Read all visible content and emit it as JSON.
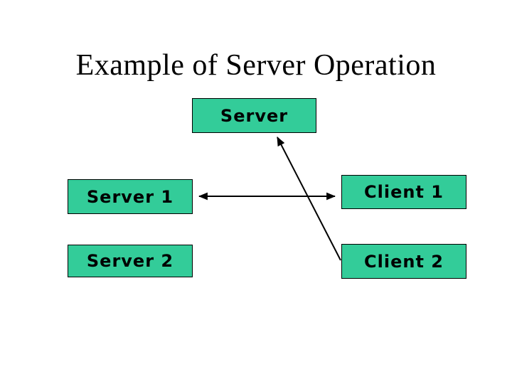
{
  "slide": {
    "title": "Example of Server Operation",
    "boxes": [
      {
        "id": "server",
        "label": "Server"
      },
      {
        "id": "server1",
        "label": "Server 1"
      },
      {
        "id": "server2",
        "label": "Server 2"
      },
      {
        "id": "client1",
        "label": "Client 1"
      },
      {
        "id": "client2",
        "label": "Client 2"
      }
    ],
    "arrows": [
      {
        "from": "server1",
        "to": "client1",
        "heads": "both"
      },
      {
        "from": "client2",
        "to": "server",
        "heads": "at-server-end"
      }
    ],
    "colors": {
      "background": "#ffffff",
      "box_fill": "#33cc99",
      "box_border": "#000000",
      "box_text": "#000000",
      "title_text": "#000000",
      "arrow": "#000000"
    }
  }
}
